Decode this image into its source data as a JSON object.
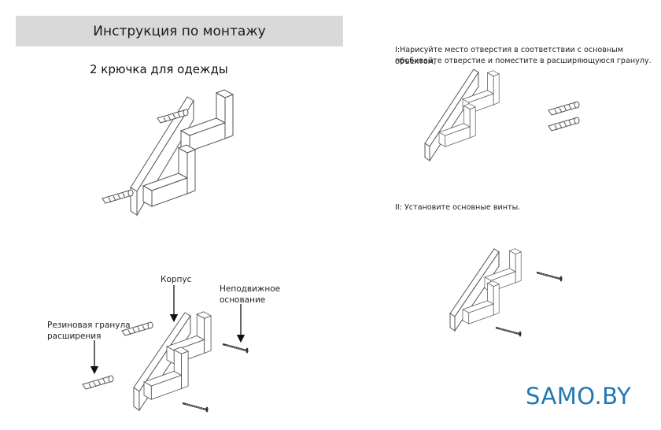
{
  "header": {
    "title": "Инструкция по монтажу"
  },
  "subtitle": "2 крючка для одежды",
  "labels": {
    "body": "Корпус",
    "base_line1": "Неподвижное",
    "base_line2": "основание",
    "rubber_line1": "Резиновая гранула",
    "rubber_line2": "расширения"
  },
  "steps": {
    "step1_line1": "I:Нарисуйте место отверстия в соответствии с основным объектом,",
    "step1_line2": "пробивайте отверстие и поместите в расширяющуюся гранулу.",
    "step2": "II: Установите основные винты."
  },
  "brand": {
    "text": "SAMO.BY",
    "color": "#1f78b4"
  },
  "colors": {
    "line": "#555555",
    "header_bg": "#d9d9d9"
  }
}
